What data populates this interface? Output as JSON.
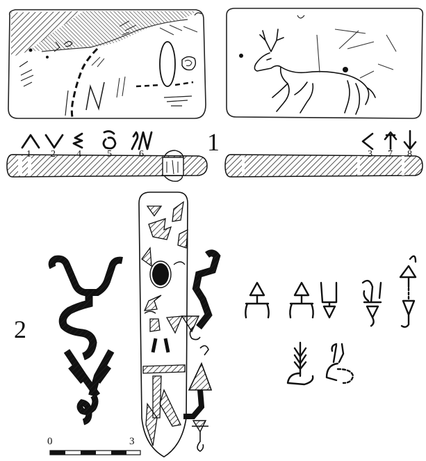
{
  "figure": {
    "number_1": "1",
    "number_2": "2"
  },
  "object1": {
    "sign_labels_left": [
      "1",
      "2",
      "4",
      "5",
      "6"
    ],
    "sign_labels_right": [
      "3",
      "7",
      "8"
    ]
  },
  "scale": {
    "start": "0",
    "end": "3"
  }
}
